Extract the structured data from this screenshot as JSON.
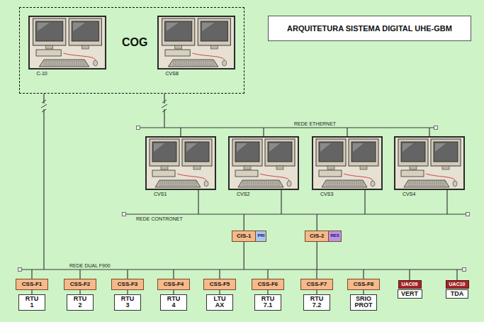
{
  "diagram": {
    "title": "ARQUITETURA SISTEMA DIGITAL UHE-GBM",
    "nodes": [
      {
        "text": [
          "COG"
        ]
      },
      {
        "text": [
          "C-10"
        ],
        "in": 0
      },
      {
        "text": [
          "CVS8"
        ],
        "in": 0
      },
      {
        "text": [
          "CVS1"
        ]
      },
      {
        "text": [
          "CVS2"
        ]
      },
      {
        "text": [
          "CVS3"
        ]
      },
      {
        "text": [
          "CVS4"
        ]
      },
      {
        "text": [
          "CIS-1",
          "PRI"
        ]
      },
      {
        "text": [
          "CIS-2",
          "RES"
        ]
      },
      {
        "text": [
          "CSS-F1"
        ]
      },
      {
        "text": [
          "CSS-F2"
        ]
      },
      {
        "text": [
          "CSS-F3"
        ]
      },
      {
        "text": [
          "CSS-F4"
        ]
      },
      {
        "text": [
          "CSS-F5"
        ]
      },
      {
        "text": [
          "CSS-F6"
        ]
      },
      {
        "text": [
          "CSS-F7"
        ]
      },
      {
        "text": [
          "CSS-F8"
        ]
      },
      {
        "text": [
          "UAC09"
        ]
      },
      {
        "text": [
          "UAC10"
        ]
      },
      {
        "text": [
          "RTU 1"
        ]
      },
      {
        "text": [
          "RTU 2"
        ]
      },
      {
        "text": [
          "RTU 3"
        ]
      },
      {
        "text": [
          "RTU 4"
        ]
      },
      {
        "text": [
          "LTU AX"
        ]
      },
      {
        "text": [
          "RTU 7.1"
        ]
      },
      {
        "text": [
          "RTU 7.2"
        ]
      },
      {
        "text": [
          "SRIO PROT"
        ]
      },
      {
        "text": [
          "VERT"
        ]
      },
      {
        "text": [
          "TDA"
        ]
      }
    ],
    "edges": [
      {
        "from": 9,
        "to": 19,
        "arrow": "none"
      },
      {
        "from": 10,
        "to": 20,
        "arrow": "none"
      },
      {
        "from": 11,
        "to": 21,
        "arrow": "none"
      },
      {
        "from": 12,
        "to": 22,
        "arrow": "none"
      },
      {
        "from": 13,
        "to": 23,
        "arrow": "none"
      },
      {
        "from": 14,
        "to": 24,
        "arrow": "none"
      },
      {
        "from": 15,
        "to": 25,
        "arrow": "none"
      },
      {
        "from": 16,
        "to": 26,
        "arrow": "none"
      }
    ],
    "labels": [
      "REDE ETHERNET",
      "REDE CONTRONET",
      "REDE DUAL F900"
    ]
  }
}
